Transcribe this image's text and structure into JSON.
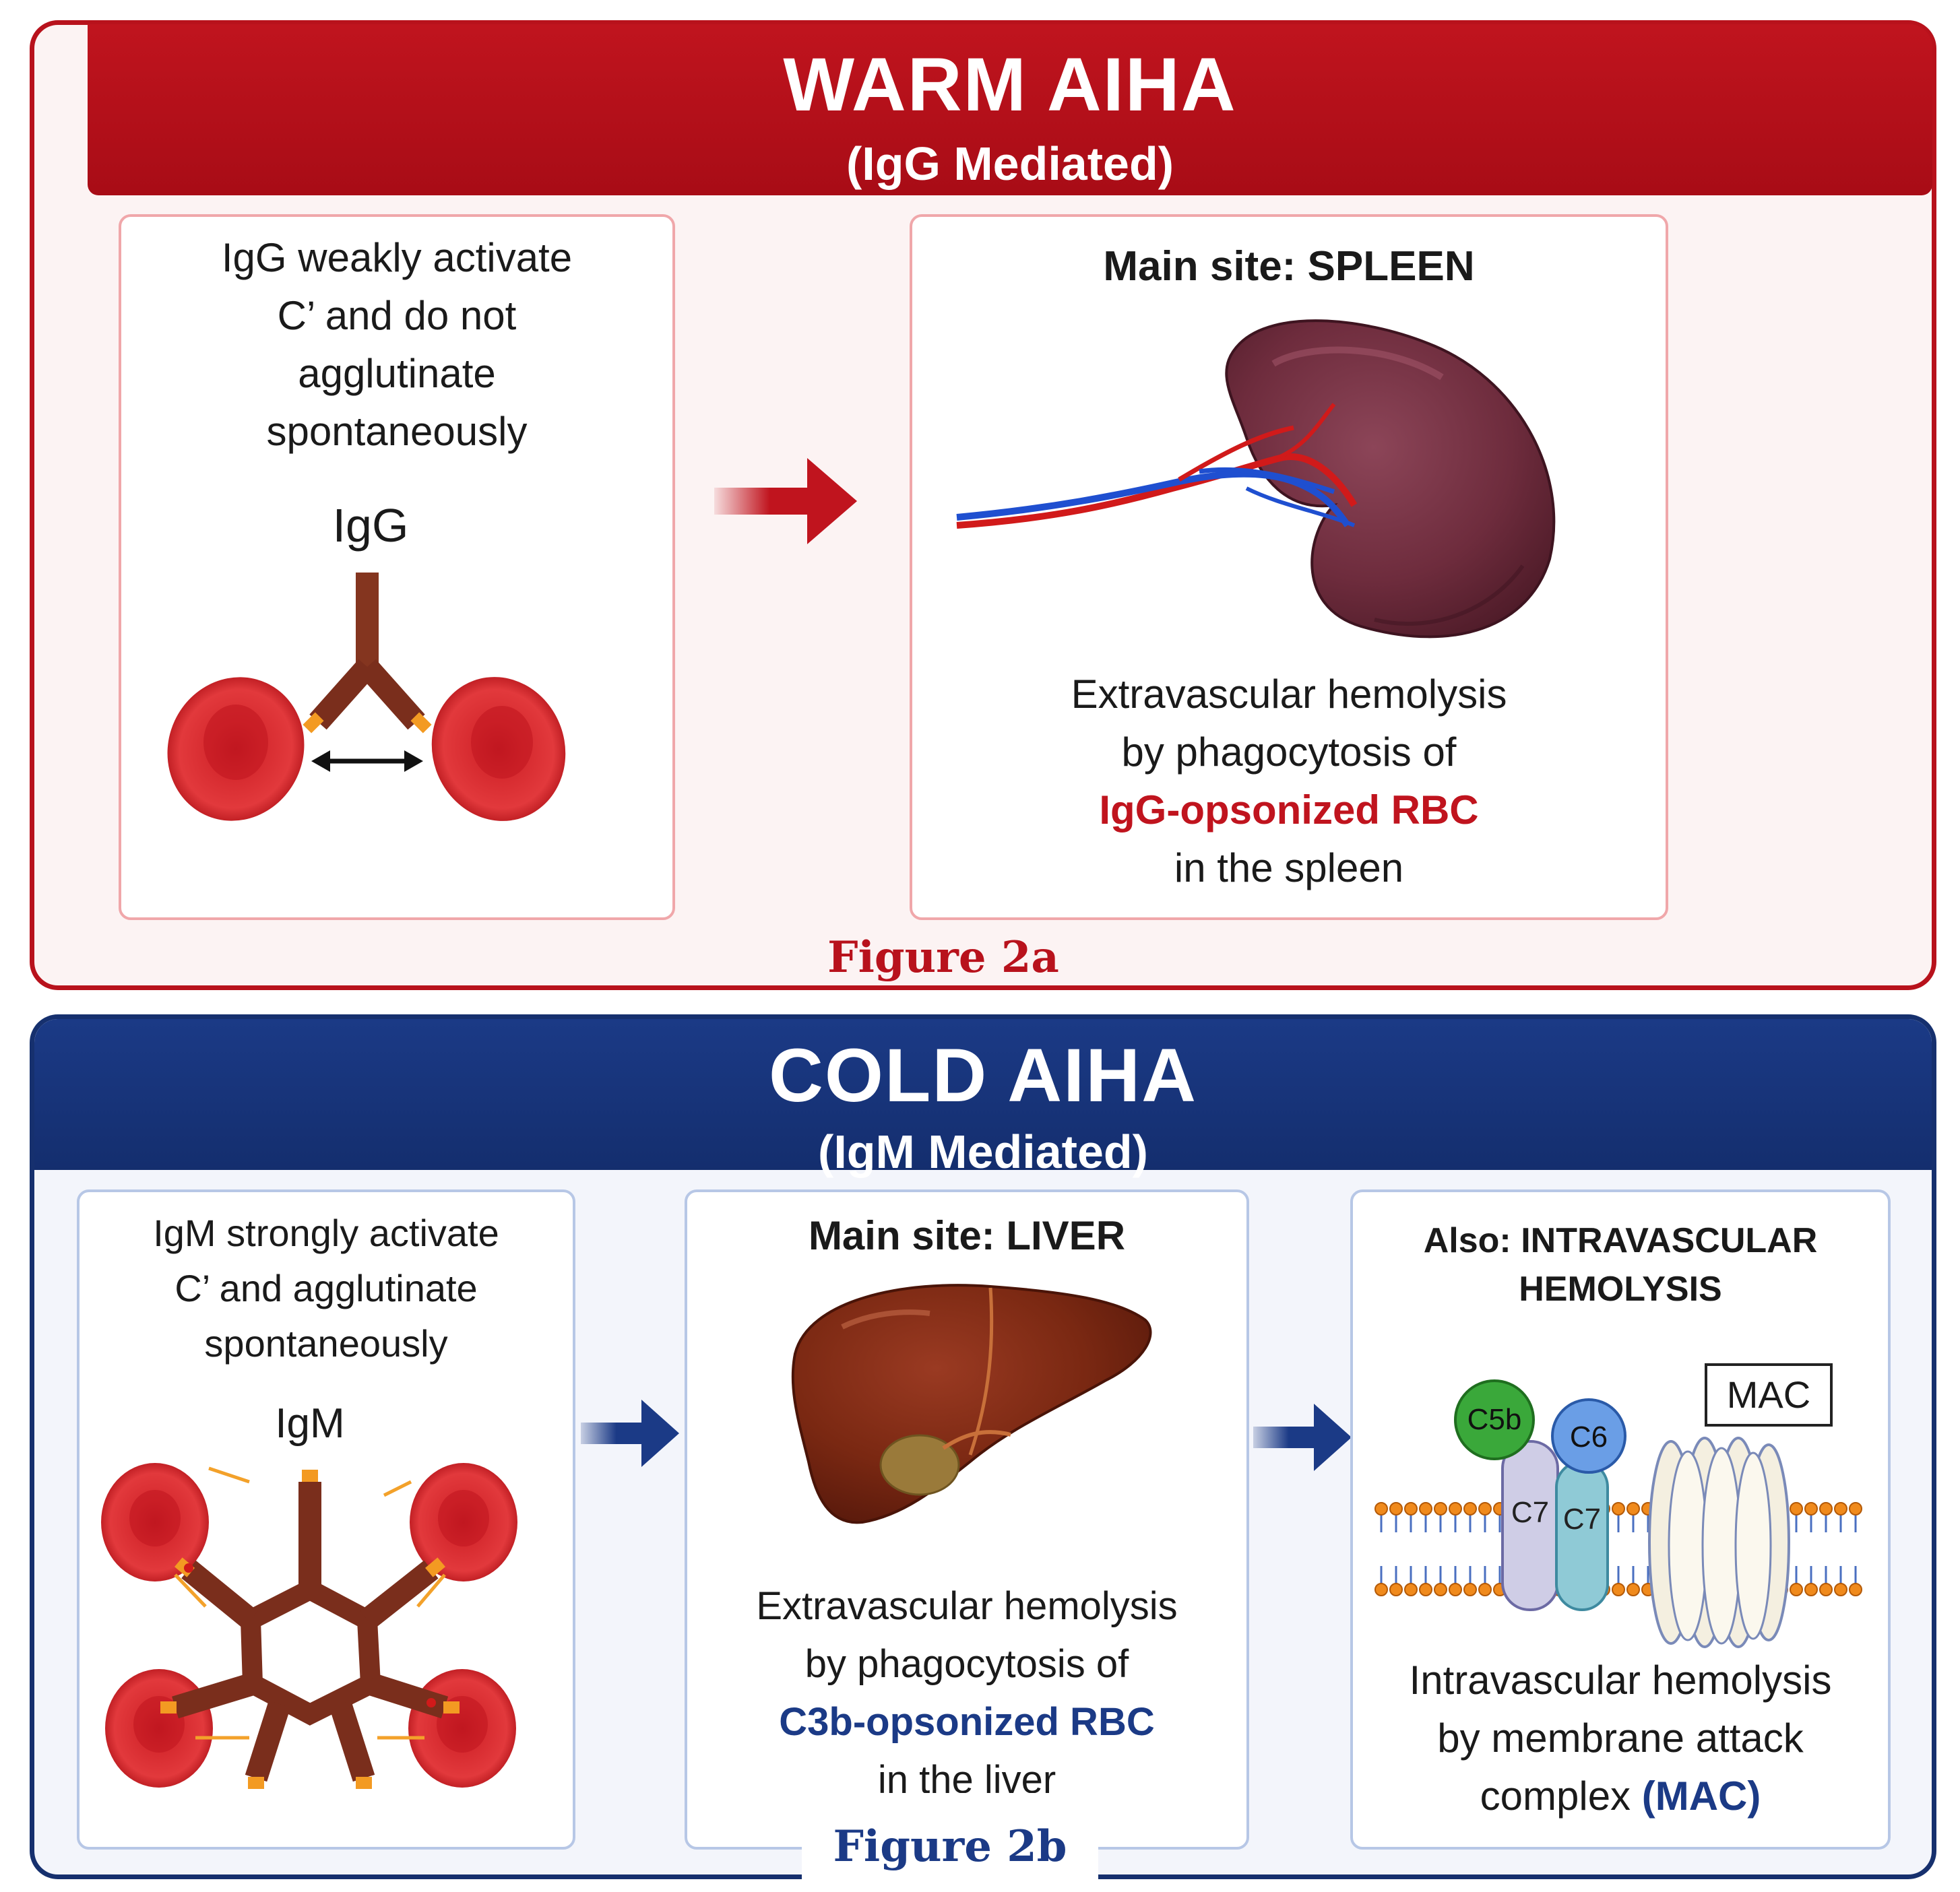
{
  "warm": {
    "title": "WARM AIHA",
    "subtitle": "(IgG Mediated)",
    "left_box": {
      "line1": "IgG weakly activate",
      "line2": "C’ and do not",
      "line3": "agglutinate",
      "line4": "spontaneously",
      "antibody_label": "IgG"
    },
    "right_box": {
      "heading": "Main site: SPLEEN",
      "line1": "Extravascular hemolysis",
      "line2": "by phagocytosis of",
      "highlight": "IgG-opsonized RBC",
      "line4": "in the spleen"
    },
    "figure_label": "Figure 2a",
    "colors": {
      "accent": "#c0141e",
      "panel_bg": "#fcf3f3"
    }
  },
  "cold": {
    "title": "COLD AIHA",
    "subtitle": "(IgM Mediated)",
    "left_box": {
      "line1": "IgM strongly activate",
      "line2": "C’ and agglutinate",
      "line3": "spontaneously",
      "antibody_label": "IgM"
    },
    "middle_box": {
      "heading": "Main site: LIVER",
      "line1": "Extravascular hemolysis",
      "line2": "by phagocytosis of",
      "highlight": "C3b-opsonized RBC",
      "line4": "in the liver"
    },
    "right_box": {
      "heading_line1": "Also: INTRAVASCULAR",
      "heading_line2": "HEMOLYSIS",
      "mac_badge": "MAC",
      "component_c5b": "C5b",
      "component_c6": "C6",
      "component_c7a": "C7",
      "component_c7b": "C7",
      "line1": "Intravascular hemolysis",
      "line2": "by membrane attack",
      "line3_prefix": "complex ",
      "line3_highlight": "(MAC)"
    },
    "figure_label": "Figure 2b",
    "colors": {
      "accent": "#1b3a86",
      "panel_bg": "#f3f5fb"
    }
  }
}
